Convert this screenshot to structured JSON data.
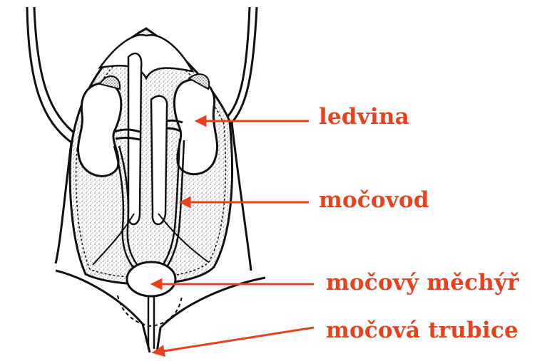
{
  "colors": {
    "accent": "#e8411e",
    "ink": "#111111",
    "background": "#ffffff"
  },
  "labels": {
    "kidney": "ledvina",
    "ureter": "močovod",
    "bladder": "močový měchýř",
    "urethra": "močová trubice"
  }
}
